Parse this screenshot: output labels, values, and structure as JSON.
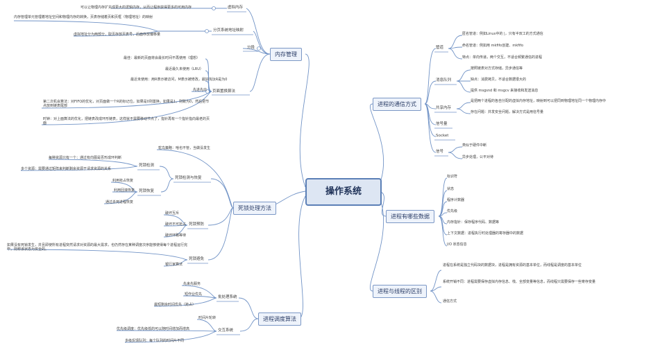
{
  "root": "操作系统",
  "colors": {
    "line": "#7193c6",
    "root_fill": "#dde6f3",
    "topic_fill": "#eef3fb",
    "border": "#5b7fb6"
  },
  "memory": {
    "title": "内存管理",
    "virtual": {
      "label": "虚拟内存",
      "leaf": "可以让物理内存扩充成更大的逻辑内存，从而让程序获得更多的可用内存"
    },
    "seg_paging": {
      "label": "分页系统地址映射",
      "leaves": [
        "内存管理单元管理着地址空间和物理内存的转换，页表存储着页和页框（物理地址）的映射",
        "虚拟地址分为两部分，取页存放页表号，后面存放偏移量"
      ]
    },
    "segment": {
      "label": "分段"
    },
    "replace": {
      "label": "页面置换算法",
      "leaves": [
        "最佳：最新的页面将会最长时间不再使用（理想）",
        "最近最久未使用（LRU）",
        "最近未使用：用R表示被访问，M表示被修改，最好淘汰R是为0",
        "先进先出",
        "第二次机会算法：对FIFO的优化，对页面做一个R的标记位，如果是0则置换，如果是1，则致为0，然后把节点放到链表尾部",
        "时钟：对上面算法的优化，把链表改成环形链表，这样就不需要移动节点了，指针再有一个指针指向最老的页面"
      ]
    }
  },
  "deadlock": {
    "title": "死锁处理方法",
    "ostrich": "鸵鸟策略：啥也不管，当做没发生",
    "detect": {
      "label": "死锁检测与恢复",
      "check": {
        "label": "死锁检测",
        "leaves": [
          "每种资源只有一个：通过有向图是否形成环判断",
          "多个资源：需要通过矩阵来判断剩余资源于请求资源的关系"
        ]
      },
      "recover": {
        "label": "死锁恢复",
        "leaves": [
          "利用抢占恢复",
          "利用回滚恢复",
          "通过杀死进程恢复"
        ]
      }
    },
    "prevent": {
      "label": "死锁预防",
      "leaves": [
        "破坏互斥",
        "破坏不可抢占",
        "破坏环路等待"
      ]
    },
    "avoid": {
      "label": "死锁避免",
      "leaves": [
        "如果没有死锁发生，并且即使所有进程突然请求对资源的最大需求，也仍然存在某种调度次序能够使得每个进程运行完毕，则称该状态为安全的。",
        "银行家算法"
      ]
    }
  },
  "scheduling": {
    "title": "进程调度算法",
    "batch": {
      "label": "批处理系统",
      "leaves": [
        "先来先服务",
        "短作业优先",
        "最短剩余时间优先（抢占）"
      ]
    },
    "interactive": {
      "label": "交互系统",
      "leaves": [
        "时间片轮转",
        "优先级调度：优先级低的可以随时间增加而增高",
        "多级反馈队列：每个队列的时间片不同"
      ]
    }
  },
  "ipc": {
    "title": "进程的通信方式",
    "pipe": {
      "label": "管道",
      "leaves": [
        "匿名管道：例如Linux中的 |，只有半双工的方式通信",
        "命名管道：例如用 mkfifo创建、mkfifo",
        "特点：单向传递，两个交互，不适合频繁通信的进程"
      ]
    },
    "mq": {
      "label": "消息队列",
      "leaves": [
        "按照链表对方式存储，异步通信等",
        "缺点：消费拷贝，不适合数据很大的",
        "提供 msgsnd 和 msgcv 来接收和发送消息"
      ]
    },
    "shm": {
      "label": "共享内存",
      "leaves": [
        "是把两个进程的各自分配的虚拟内存地址，映射到可以把同到物理地址同一个物理内存中",
        "存在问题：并发安全问题，解决方式是用信号量"
      ]
    },
    "semaphore": "信号量",
    "socket": "Socket",
    "signal": {
      "label": "信号",
      "leaves": [
        "类似于硬件中断",
        "异步处理，公平对待"
      ]
    }
  },
  "pcb": {
    "title": "进程有哪些数据",
    "leaves": [
      "标识符",
      "状态",
      "程序计数器",
      "优先级",
      "内存指针：保存程序代码、数据等",
      "上下文数据：进程执行时处理器的寄存器中的数据",
      "I/O 状态信息"
    ]
  },
  "diff": {
    "title": "进程与线程的区别",
    "leaves": [
      "进程在系统是独立代码块的数据块，进程是拥有资源的基本单位，而线程是调度的基本单位",
      "系统开销不同：进程需要保存虚拟内存信息、栈、全部变量等信息，而线程只需要保存一些寄存变量",
      "通信方式"
    ]
  }
}
